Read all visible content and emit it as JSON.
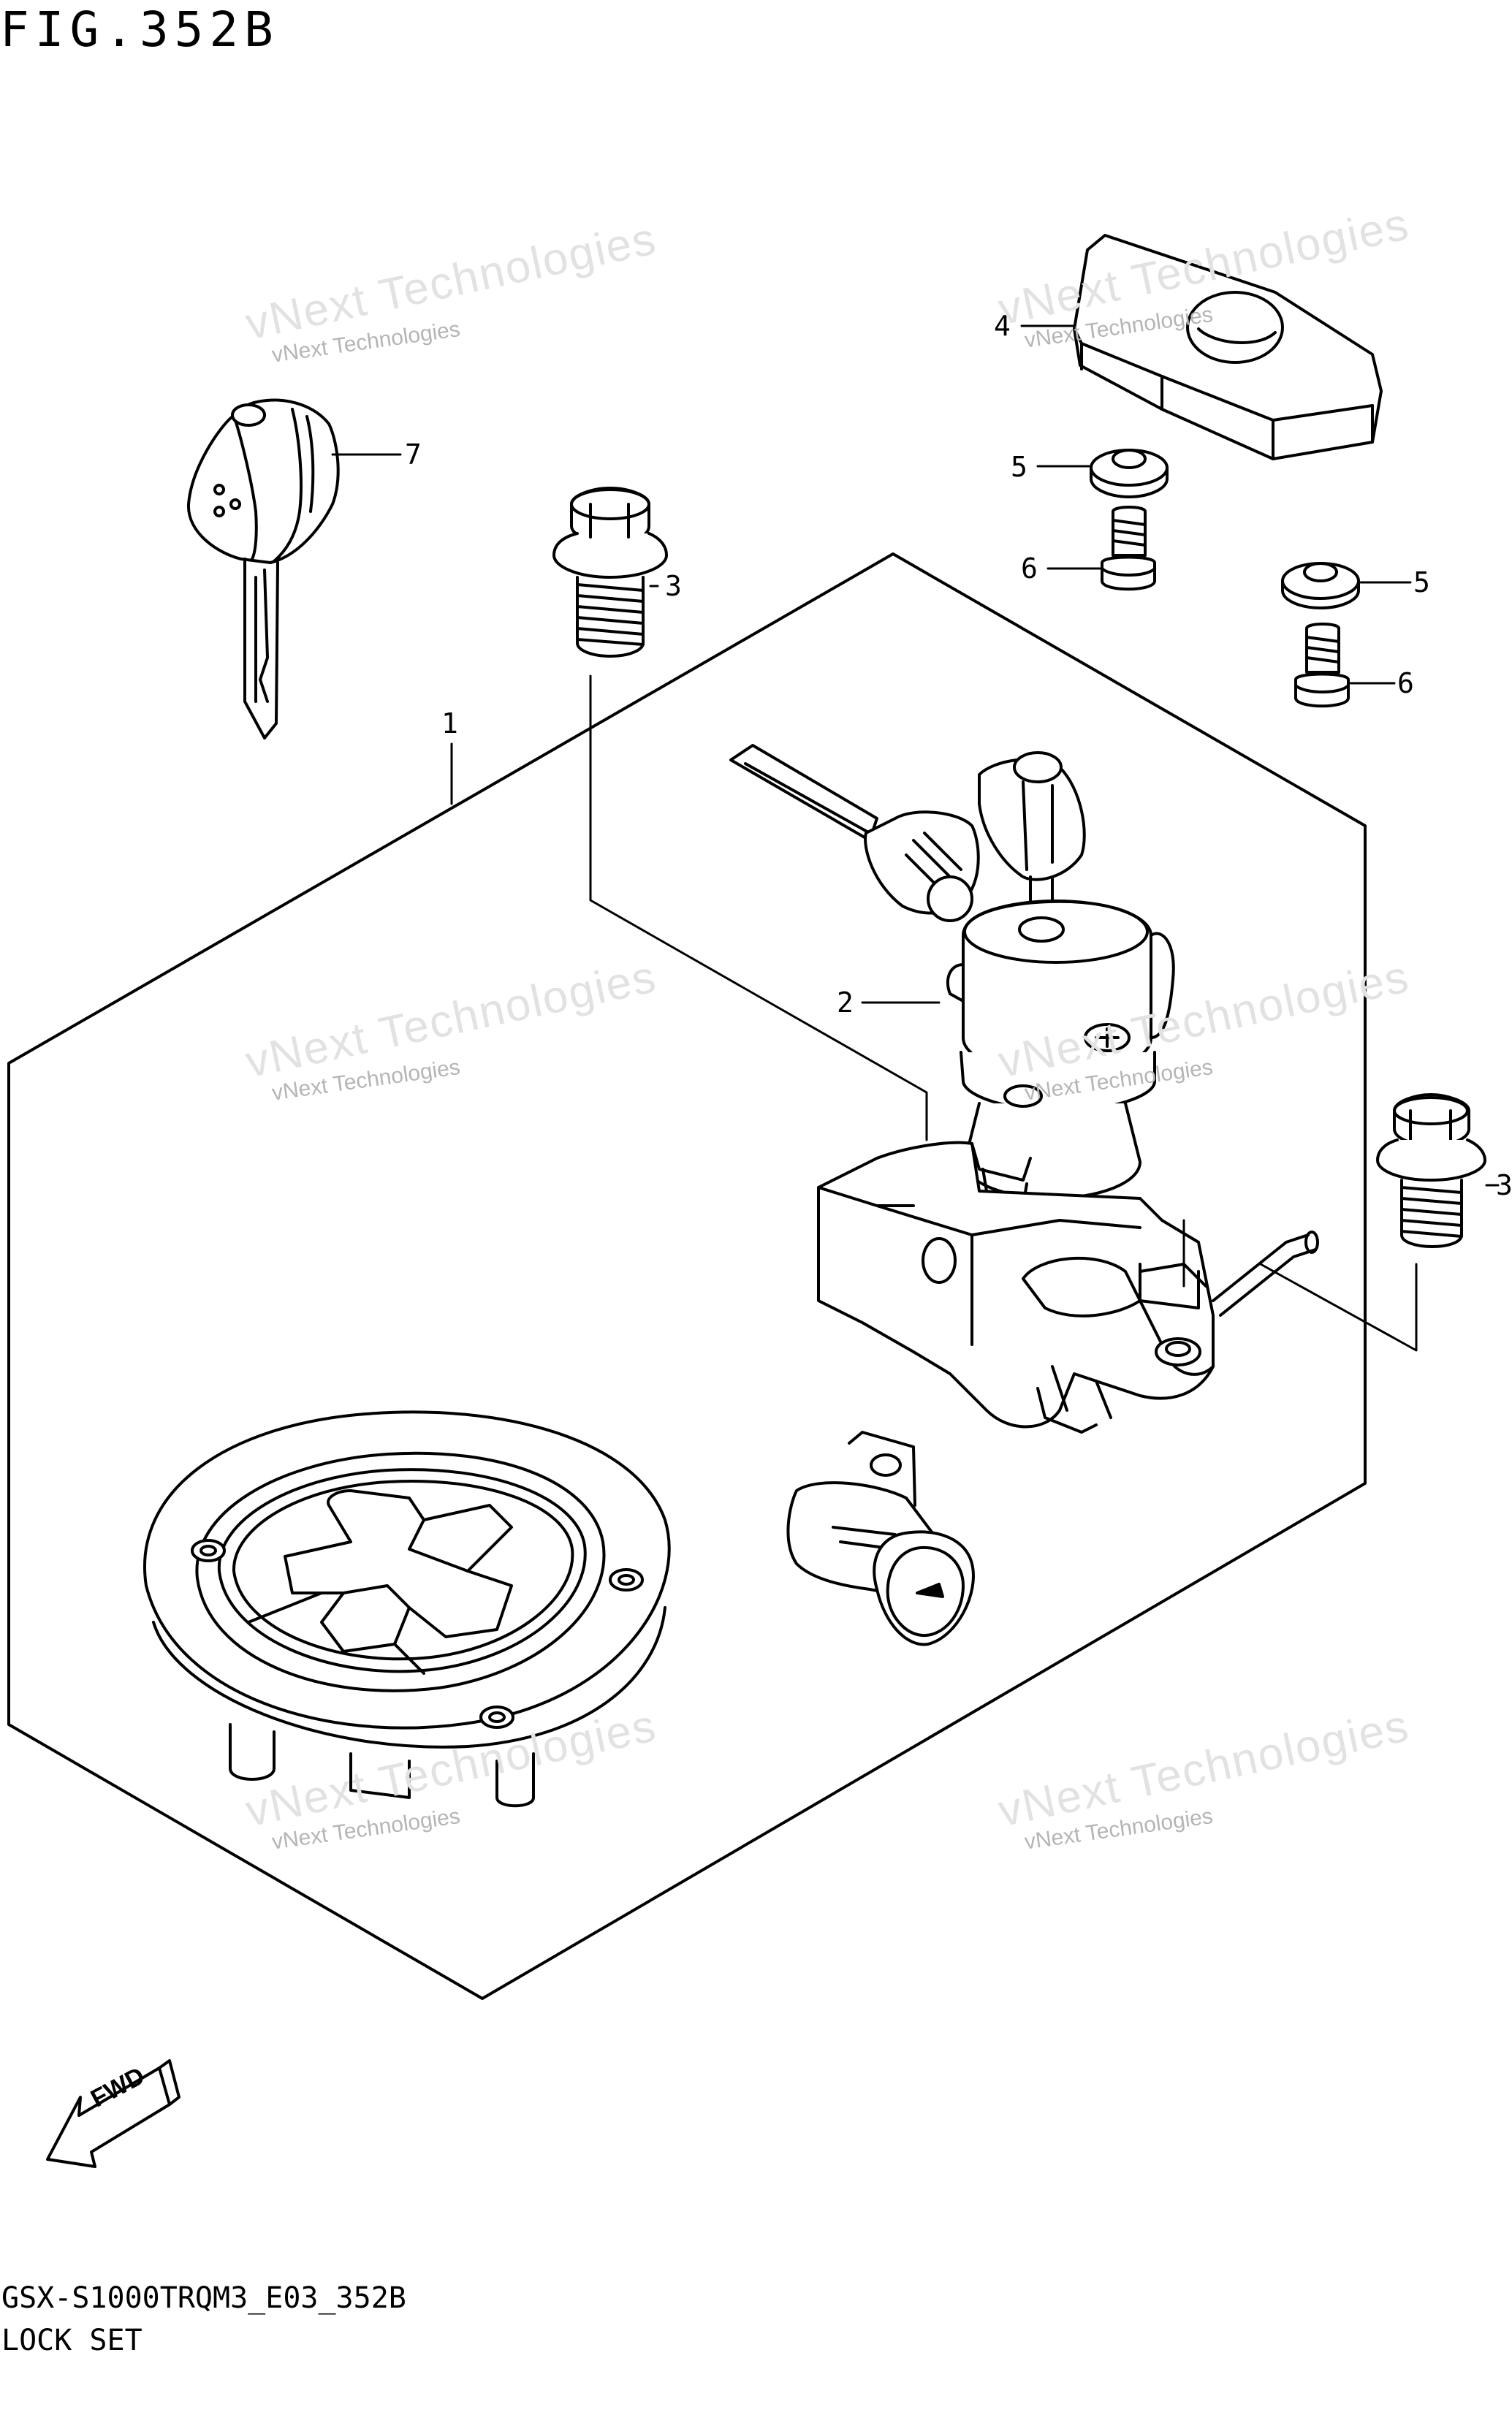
{
  "figure": {
    "title": "FIG.352B",
    "code": "GSX-S1000TRQM3_E03_352B",
    "caption": "LOCK SET"
  },
  "callouts": [
    {
      "id": "1",
      "label": "1"
    },
    {
      "id": "2",
      "label": "2"
    },
    {
      "id": "3a",
      "label": "3"
    },
    {
      "id": "3b",
      "label": "3"
    },
    {
      "id": "4",
      "label": "4"
    },
    {
      "id": "5a",
      "label": "5"
    },
    {
      "id": "5b",
      "label": "5"
    },
    {
      "id": "6a",
      "label": "6"
    },
    {
      "id": "6b",
      "label": "6"
    },
    {
      "id": "7",
      "label": "7"
    }
  ],
  "watermark": {
    "line": "vNext Technologies",
    "big": "vNext Technologies"
  },
  "fwd_label": "FWD"
}
